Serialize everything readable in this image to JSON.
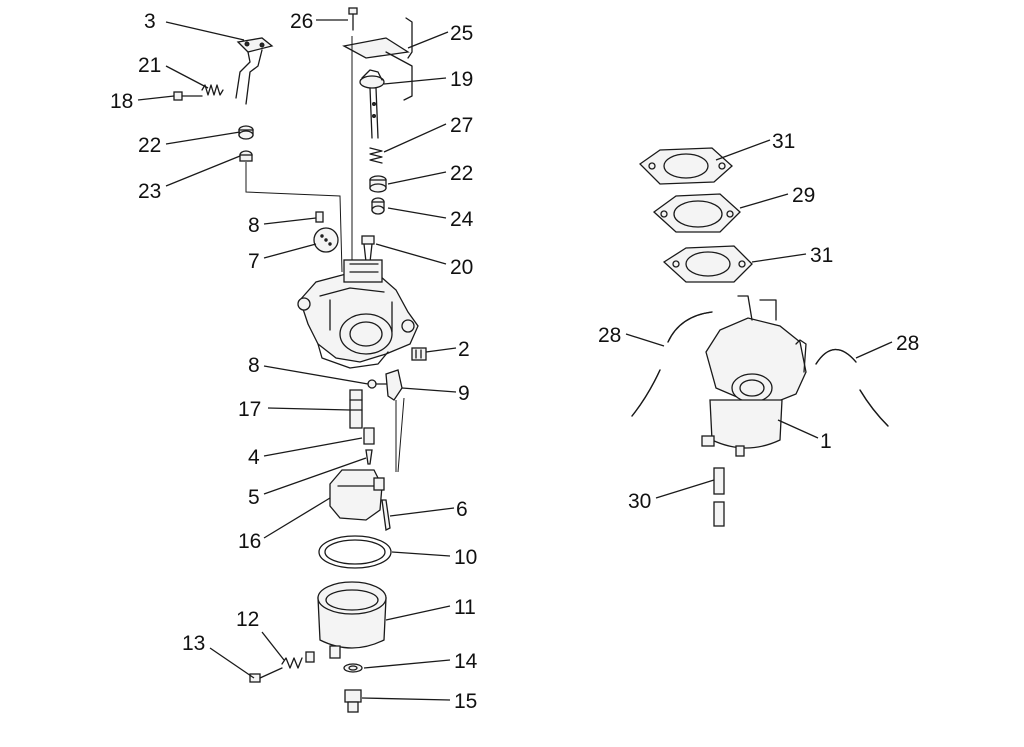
{
  "callouts": {
    "c1": "1",
    "c2": "2",
    "c3": "3",
    "c4": "4",
    "c5": "5",
    "c6": "6",
    "c7": "7",
    "c8a": "8",
    "c8b": "8",
    "c9": "9",
    "c10": "10",
    "c11": "11",
    "c12": "12",
    "c13": "13",
    "c14": "14",
    "c15": "15",
    "c16": "16",
    "c17": "17",
    "c18": "18",
    "c19": "19",
    "c20": "20",
    "c21": "21",
    "c22a": "22",
    "c22b": "22",
    "c23": "23",
    "c24": "24",
    "c25": "25",
    "c26": "26",
    "c27": "27",
    "c28a": "28",
    "c28b": "28",
    "c29": "29",
    "c30": "30",
    "c31a": "31",
    "c31b": "31"
  }
}
